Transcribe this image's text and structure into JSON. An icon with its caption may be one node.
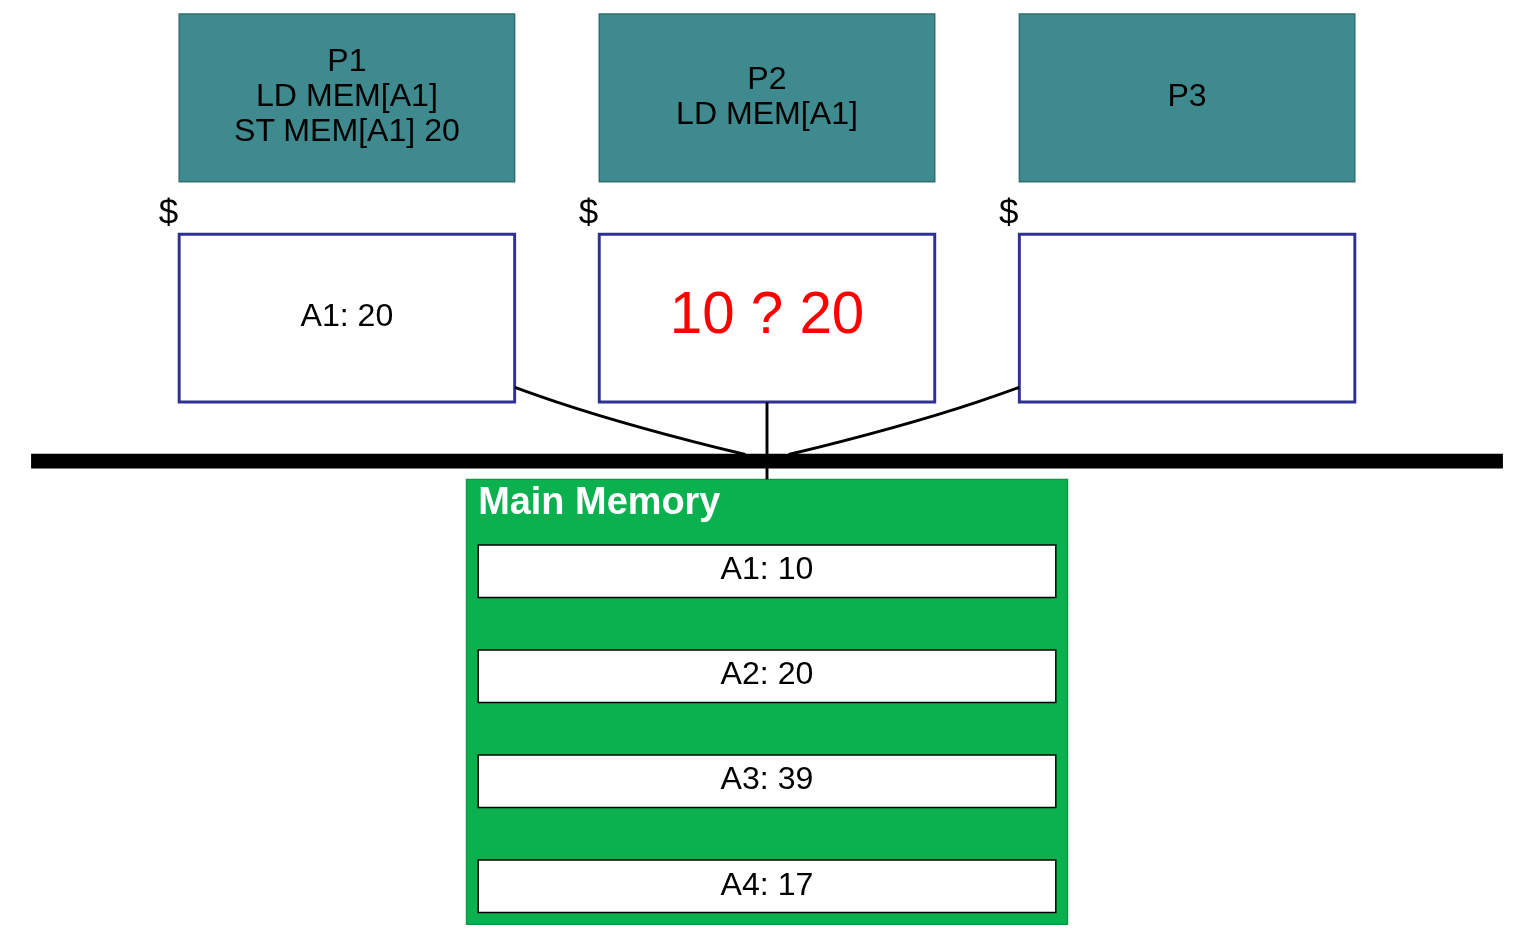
{
  "diagram": {
    "nodes": [
      {
        "text": [
          "P1",
          "LD MEM[A1]",
          "ST MEM[A1] 20"
        ]
      },
      {
        "text": [
          "A1: 20"
        ],
        "beside": [
          "$"
        ]
      },
      {
        "text": [
          "P2",
          "LD MEM[A1]"
        ]
      },
      {
        "text": [
          "10 ? 20"
        ],
        "beside": [
          "$"
        ]
      },
      {
        "text": [
          "P3"
        ]
      },
      {
        "text": [],
        "shape": "box",
        "beside": [
          "$"
        ]
      },
      {
        "text": [],
        "shape": "bar"
      },
      {
        "text": [
          "Main Memory"
        ]
      },
      {
        "text": [
          "A1: 10"
        ],
        "in": 7
      },
      {
        "text": [
          "A2: 20"
        ],
        "in": 7
      },
      {
        "text": [
          "A3: 39"
        ],
        "in": 7
      },
      {
        "text": [
          "A4: 17"
        ],
        "in": 7
      }
    ],
    "edges": [
      {
        "from": 1,
        "to": 6,
        "arrow": "none"
      },
      {
        "from": 3,
        "to": 6,
        "arrow": "none"
      },
      {
        "from": 5,
        "to": 6,
        "arrow": "none"
      },
      {
        "from": 6,
        "to": 7,
        "arrow": "none"
      }
    ]
  }
}
